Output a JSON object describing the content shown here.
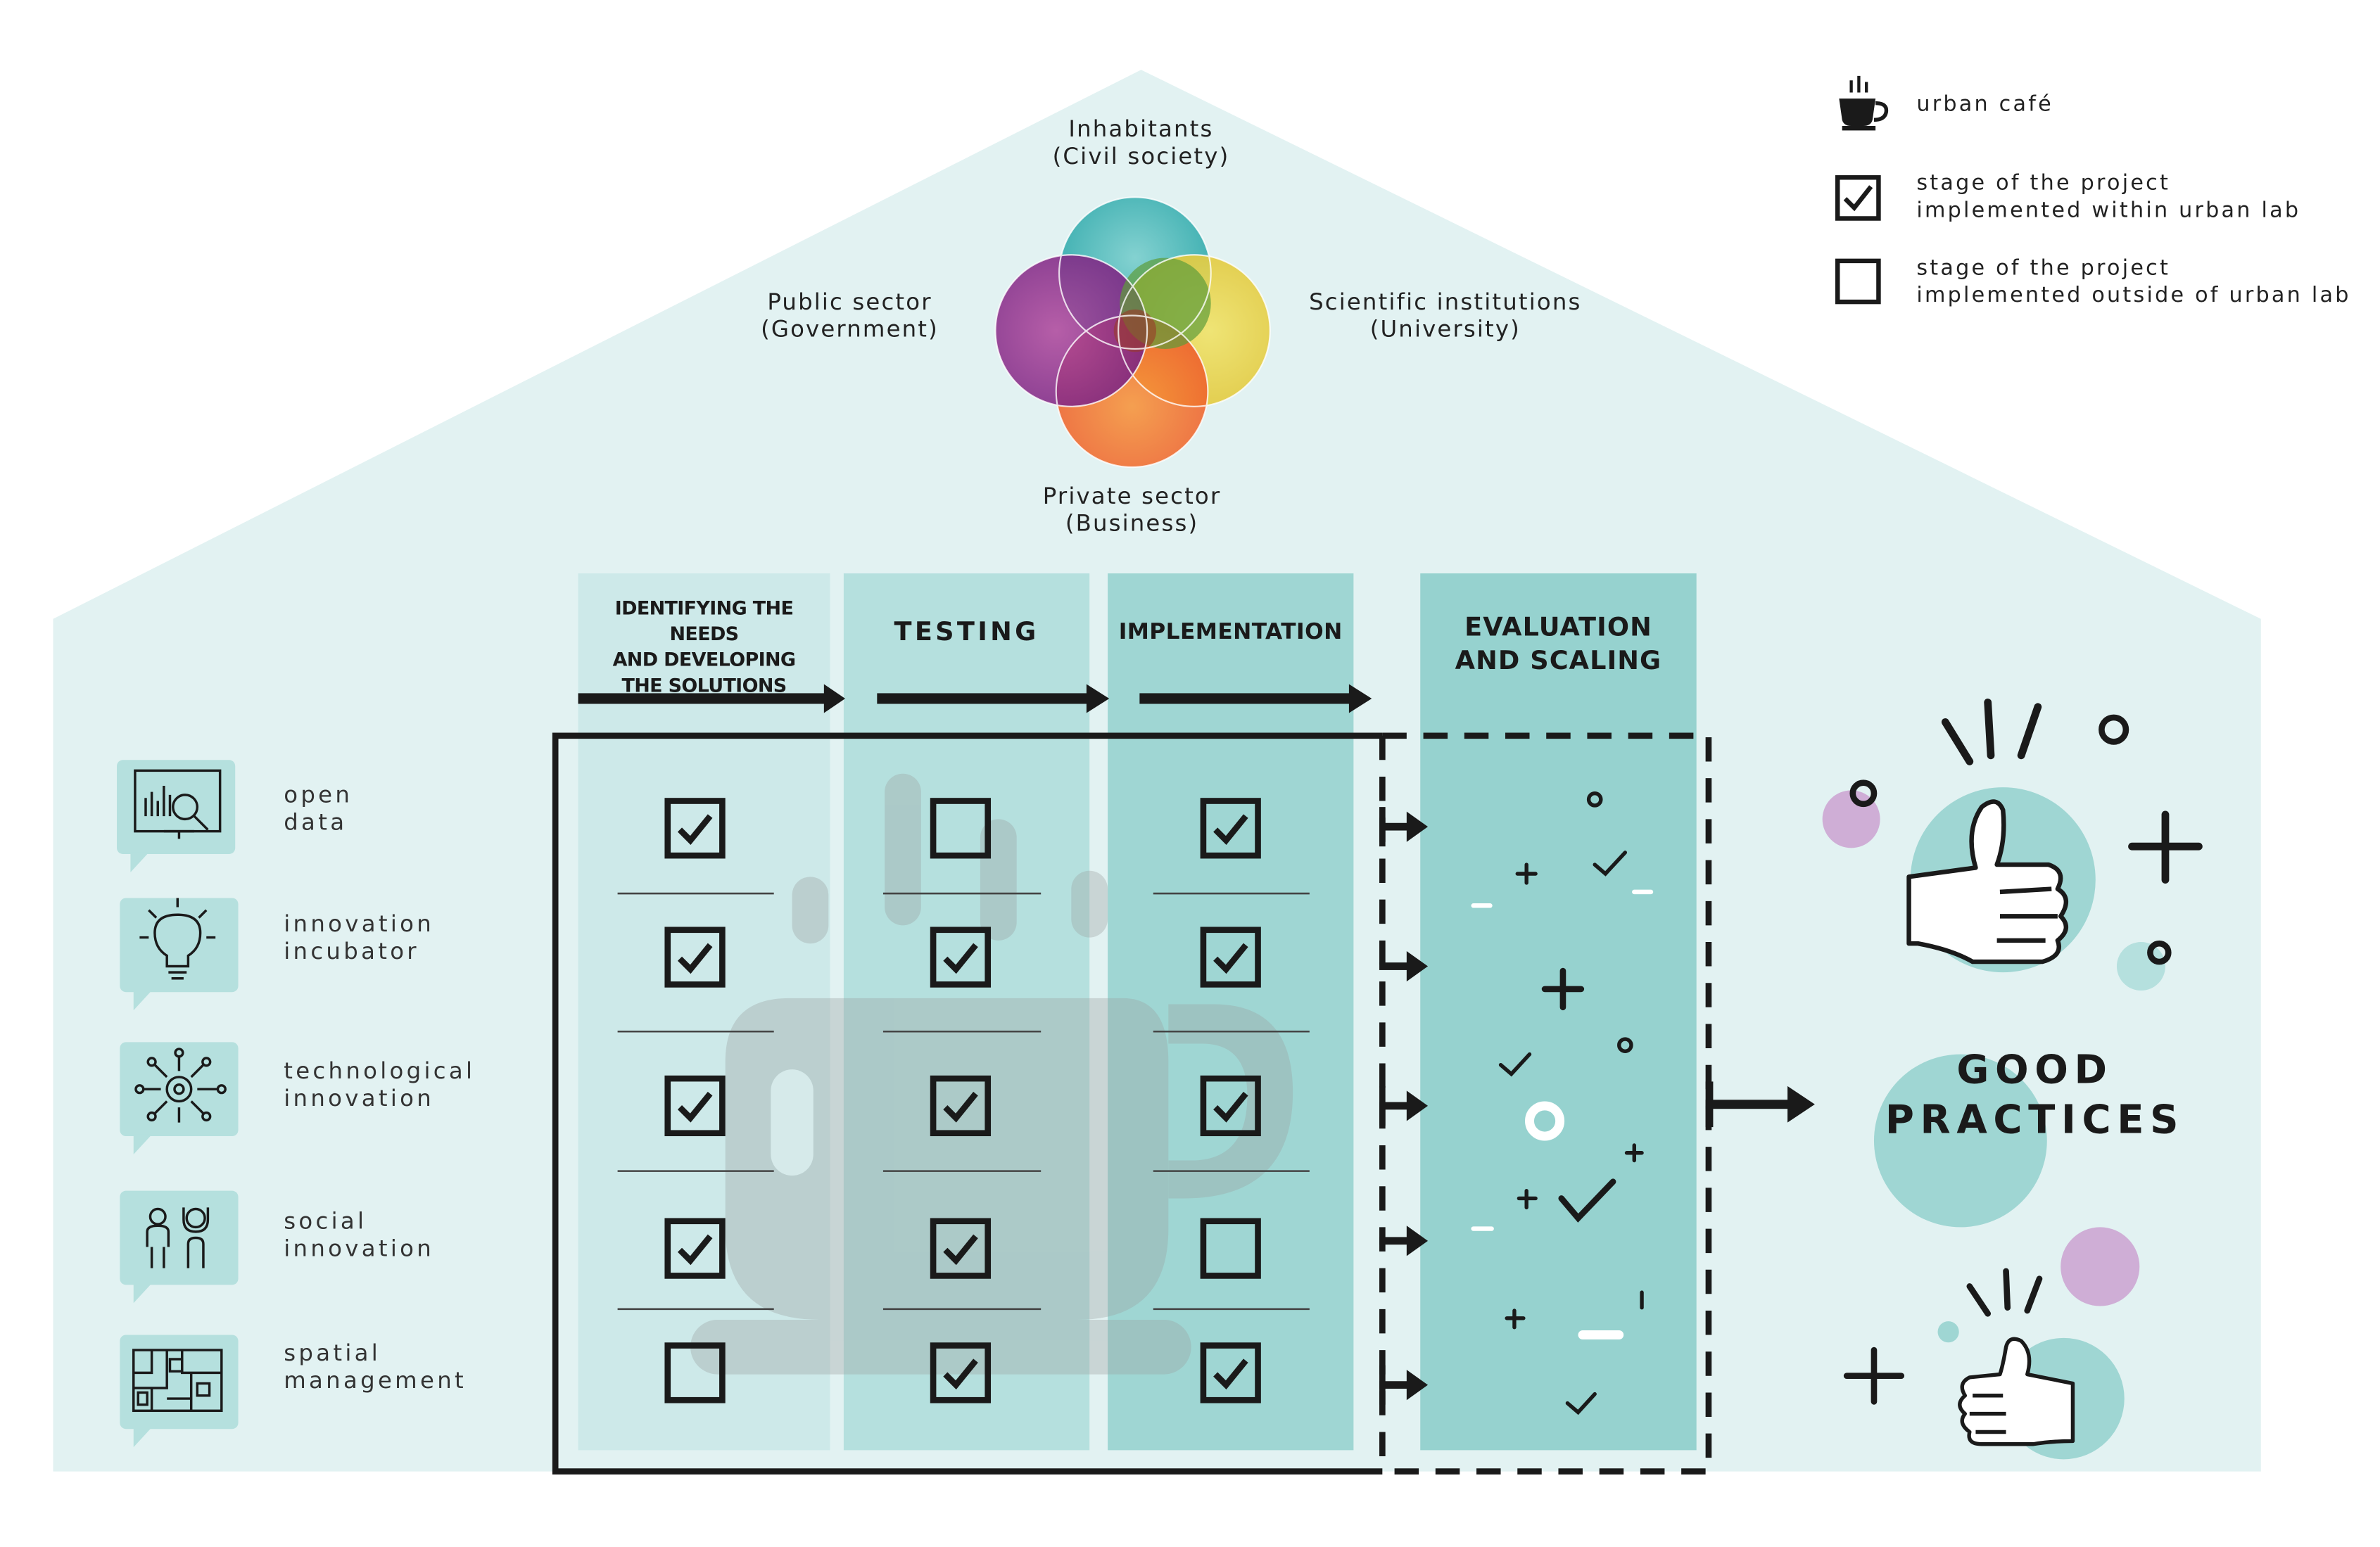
{
  "stakeholders": {
    "civil": "Inhabitants\n(Civil society)",
    "public": "Public sector\n(Government)",
    "science": "Scientific institutions\n(University)",
    "private": "Private sector\n(Business)"
  },
  "legend": {
    "cafe": "urban café",
    "inside": "stage of the project\nimplemented within urban lab",
    "outside": "stage of the project\nimplemented outside of urban lab"
  },
  "stages": [
    {
      "label": "IDENTIFYING THE NEEDS\nAND DEVELOPING\nTHE SOLUTIONS",
      "checks": [
        true,
        true,
        true,
        true,
        false
      ]
    },
    {
      "label": "TESTING",
      "checks": [
        false,
        true,
        true,
        true,
        true
      ]
    },
    {
      "label": "IMPLEMENTATION",
      "checks": [
        true,
        true,
        true,
        false,
        true
      ]
    }
  ],
  "evaluation_label": "EVALUATION\nAND SCALING",
  "categories": [
    {
      "label": "open\ndata",
      "icon": "open-data-icon"
    },
    {
      "label": "innovation\nincubator",
      "icon": "lightbulb-icon"
    },
    {
      "label": "technological\ninnovation",
      "icon": "gear-network-icon"
    },
    {
      "label": "social\ninnovation",
      "icon": "people-icon"
    },
    {
      "label": "spatial\nmanagement",
      "icon": "map-icon"
    }
  ],
  "good_practices": "GOOD\nPRACTICES",
  "colors": {
    "house": "#e2f2f2",
    "col1": "#cde9e9",
    "col2": "#b5e0de",
    "col3": "#9fd6d3",
    "eval": "#96d2cf",
    "venn_teal": "#3aaeb0",
    "venn_purple": "#8a2a86",
    "venn_yellow": "#e8d94a",
    "venn_orange": "#f06a2f",
    "venn_green": "#5a9e3a"
  }
}
